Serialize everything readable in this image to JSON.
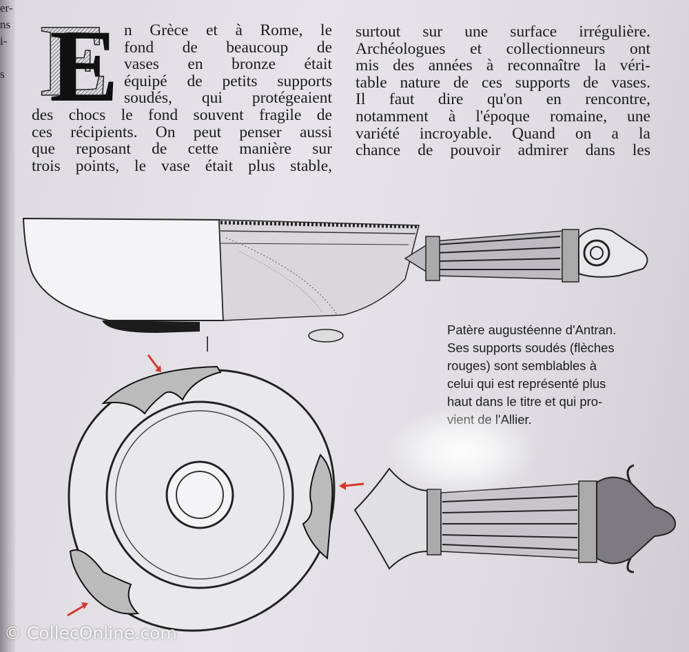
{
  "margin_fragments": [
    "er-",
    "ns",
    "i-",
    "",
    "s"
  ],
  "drop_cap": "E",
  "column_left": {
    "beside_cap": [
      "n Grèce et à Rome, le",
      "fond de beaucoup de",
      "vases en bronze était",
      "équipé de petits supports",
      "soudés, qui protégeaient"
    ],
    "full": [
      "des chocs le fond souvent fragile de",
      "ces récipients. On peut penser aussi",
      "que reposant de cette manière sur",
      "trois points, le vase était plus stable,"
    ]
  },
  "column_right": [
    "surtout sur une surface irrégulière.",
    "Archéologues et collectionneurs ont",
    "mis des années à reconnaître la véri-",
    "table nature de ces supports de vases.",
    "Il faut dire qu'on en rencontre,",
    "notamment à l'époque romaine, une",
    "variété incroyable. Quand on a la",
    "chance de pouvoir admirer dans les"
  ],
  "caption": [
    "Patère augustéenne d'Antran.",
    "Ses supports soudés (flèches",
    "rouges) sont semblables à",
    "celui qui est représenté plus",
    "haut dans le titre et qui pro-",
    "vient de l'Allier."
  ],
  "watermark": "© CollecOnline.com",
  "colors": {
    "arrow": "#d8342a",
    "ink": "#1a1a1a"
  }
}
